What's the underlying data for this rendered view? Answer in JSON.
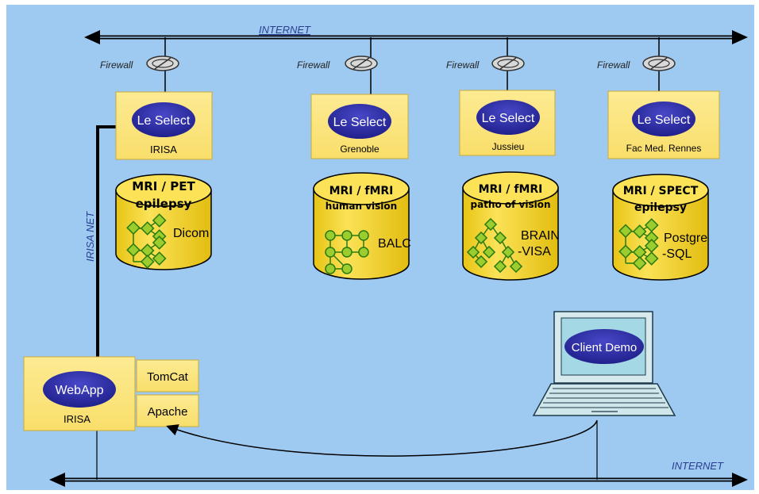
{
  "network": {
    "internet_top": "INTERNET",
    "internet_bottom": "INTERNET",
    "irisa_net": "IRISA NET",
    "firewall": "Firewall"
  },
  "sites": [
    {
      "id": "irisa",
      "server": "Le Select",
      "name": "IRISA",
      "db_line1": "MRI / PET",
      "db_line2": "epilepsy",
      "db_format": [
        "Dicom"
      ]
    },
    {
      "id": "grenoble",
      "server": "Le Select",
      "name": "Grenoble",
      "db_line1": "MRI / fMRI",
      "db_line2": "human vision",
      "db_format": [
        "BALC"
      ]
    },
    {
      "id": "jussieu",
      "server": "Le Select",
      "name": "Jussieu",
      "db_line1": "MRI / fMRI",
      "db_line2": "patho of vision",
      "db_format": [
        "BRAIN",
        "-VISA"
      ]
    },
    {
      "id": "rennes",
      "server": "Le Select",
      "name": "Fac Med. Rennes",
      "db_line1": "MRI / SPECT",
      "db_line2": "epilepsy",
      "db_format": [
        "Postgre",
        "-SQL"
      ]
    }
  ],
  "webapp": {
    "label": "WebApp",
    "site": "IRISA",
    "tomcat": "TomCat",
    "apache": "Apache"
  },
  "client": {
    "label": "Client Demo"
  },
  "colors": {
    "background": "#9ecaf2",
    "box": "#fbe57d",
    "box_dark": "#c8a93a",
    "oval": "#2c2ca0",
    "cylinder": "#f5d327",
    "node": "#9ccd2e",
    "line": "#000000",
    "screen": "#a4d8e4"
  }
}
